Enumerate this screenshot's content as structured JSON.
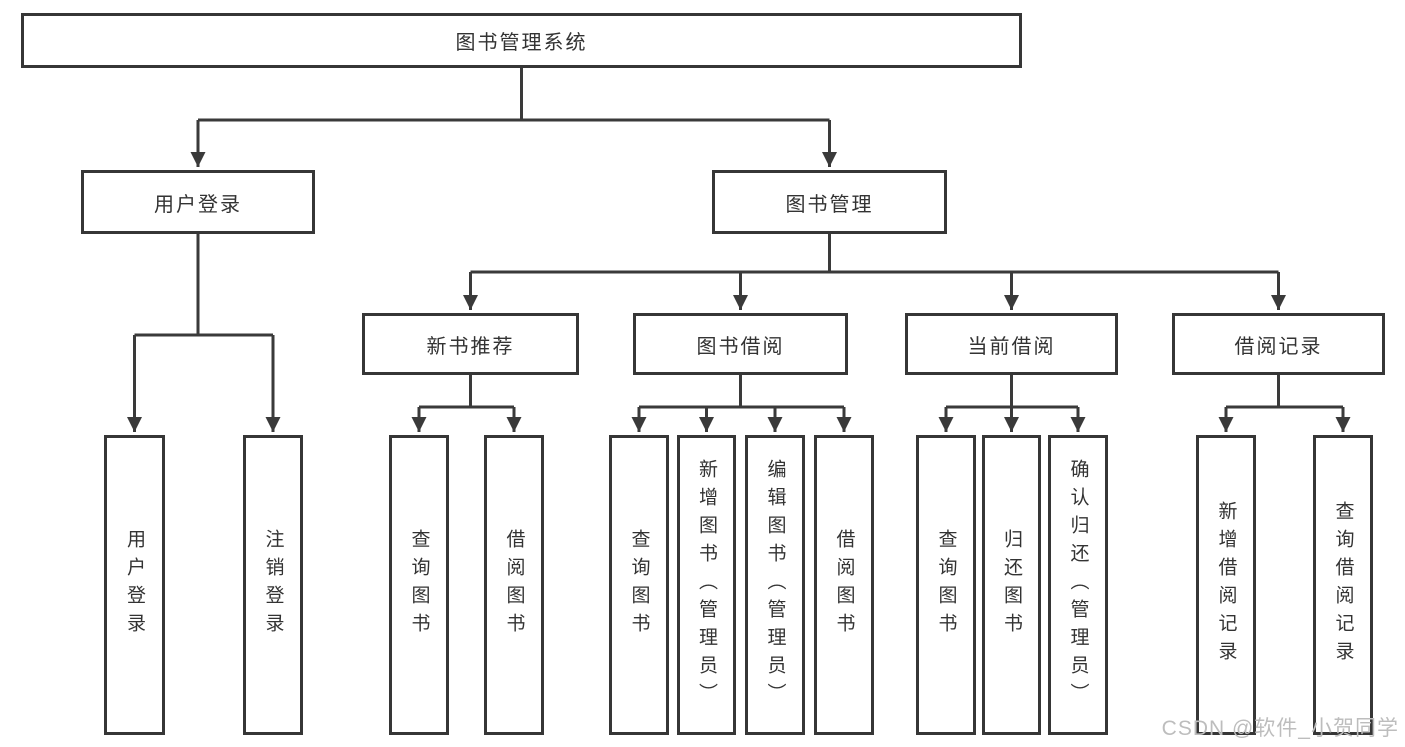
{
  "diagram": {
    "root": "图书管理系统",
    "user_login": {
      "label": "用户登录",
      "children": [
        "用户登录",
        "注销登录"
      ]
    },
    "book_management": {
      "label": "图书管理",
      "sections": [
        {
          "label": "新书推荐",
          "children": [
            "查询图书",
            "借阅图书"
          ]
        },
        {
          "label": "图书借阅",
          "children": [
            "查询图书",
            "新增图书（管理员）",
            "编辑图书（管理员）",
            "借阅图书"
          ]
        },
        {
          "label": "当前借阅",
          "children": [
            "查询图书",
            "归还图书",
            "确认归还（管理员）"
          ]
        },
        {
          "label": "借阅记录",
          "children": [
            "新增借阅记录",
            "查询借阅记录"
          ]
        }
      ]
    }
  },
  "watermark": "CSDN @软件_小贺同学",
  "colors": {
    "line": "#3a3a3a",
    "box_border": "#363636",
    "text": "#333333",
    "watermark": "#bdbdbd",
    "background": "#ffffff"
  }
}
